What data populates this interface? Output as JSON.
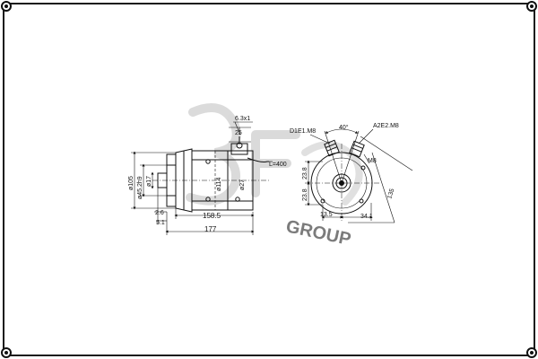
{
  "colors": {
    "line": "#111111",
    "frame": "#1a1a1a",
    "watermark": "#bdbdbd",
    "background": "#ffffff"
  },
  "left_view": {
    "dim_overall": "177",
    "dim_body": "158.5",
    "dim_shaft_step": "2.6",
    "dim_flange": "5.1",
    "dim_height": "ø105",
    "dim_bolt_circle": "ø45.2h9",
    "dim_shaft": "ø17",
    "dim_body_dia": "ø114",
    "dim_small_dia": "ø27",
    "dim_terminal_height": "25",
    "dim_terminal_thread": "6.3x1",
    "dim_cable": "L=400"
  },
  "right_view": {
    "terminal_d1": "D1E1.M8",
    "terminal_a2": "A2E2.M8",
    "angle": "40°",
    "thread": "M8",
    "dim_radius": "135",
    "dim_vertical_1": "23.8",
    "dim_vertical_2": "23.8",
    "dim_horizontal_1": "13.5",
    "dim_horizontal_2": "34.1"
  },
  "watermark": {
    "logo_text": "3F",
    "tagline": "GROUP"
  }
}
